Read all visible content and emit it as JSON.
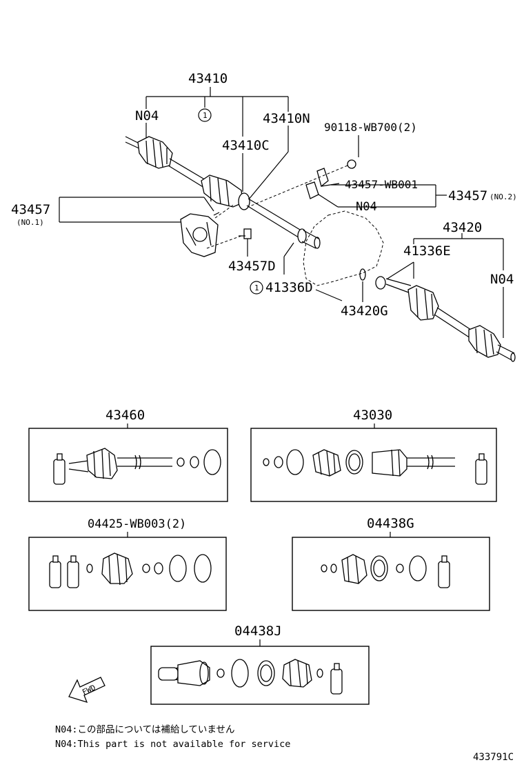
{
  "labels": {
    "p43410": "43410",
    "n04_left": "N04",
    "ref1_top": "1",
    "p43410N": "43410N",
    "p43410C": "43410C",
    "p90118": "90118-WB700(2)",
    "p43457_wb001": "43457-WB001",
    "n04_mid": "N04",
    "p43457_no2": "43457",
    "no2": "(NO.2)",
    "p43457_no1": "43457",
    "no1": "(NO.1)",
    "p43457D": "43457D",
    "ref1_bottom": "1",
    "p41336D": "41336D",
    "p43420": "43420",
    "p41336E": "41336E",
    "n04_right": "N04",
    "p43420G": "43420G",
    "k43460": "43460",
    "k43030": "43030",
    "k04425": "04425-WB003(2)",
    "k04438G": "04438G",
    "k04438J": "04438J",
    "fwd": "FWD"
  },
  "notes": {
    "jp": "N04:この部品については補給していません",
    "en": "N04:This part is not available for service"
  },
  "catalog_id": "433791C"
}
